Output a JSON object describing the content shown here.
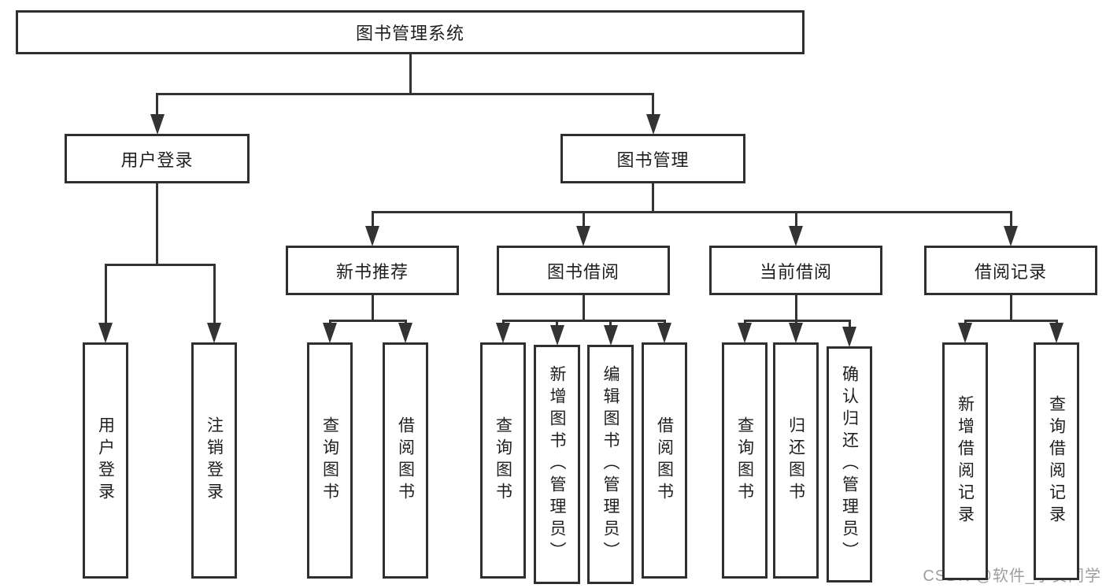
{
  "colors": {
    "line": "#333333",
    "border": "#2f2f2f",
    "text": "#1e1e1e",
    "background": "#ffffff",
    "watermark": "#9e9e9e"
  },
  "watermark": {
    "text": "CSDN @软件_小贺同学"
  },
  "tree": {
    "label": "图书管理系统",
    "children": [
      {
        "label": "用户登录",
        "children": [
          {
            "label": "用户登录"
          },
          {
            "label": "注销登录"
          }
        ]
      },
      {
        "label": "图书管理",
        "children": [
          {
            "label": "新书推荐",
            "children": [
              {
                "label": "查询图书"
              },
              {
                "label": "借阅图书"
              }
            ]
          },
          {
            "label": "图书借阅",
            "children": [
              {
                "label": "查询图书"
              },
              {
                "label": "新增图书（管理员）"
              },
              {
                "label": "编辑图书（管理员）"
              },
              {
                "label": "借阅图书"
              }
            ]
          },
          {
            "label": "当前借阅",
            "children": [
              {
                "label": "查询图书"
              },
              {
                "label": "归还图书"
              },
              {
                "label": "确认归还（管理员）"
              }
            ]
          },
          {
            "label": "借阅记录",
            "children": [
              {
                "label": "新增借阅记录"
              },
              {
                "label": "查询借阅记录"
              }
            ]
          }
        ]
      }
    ]
  }
}
